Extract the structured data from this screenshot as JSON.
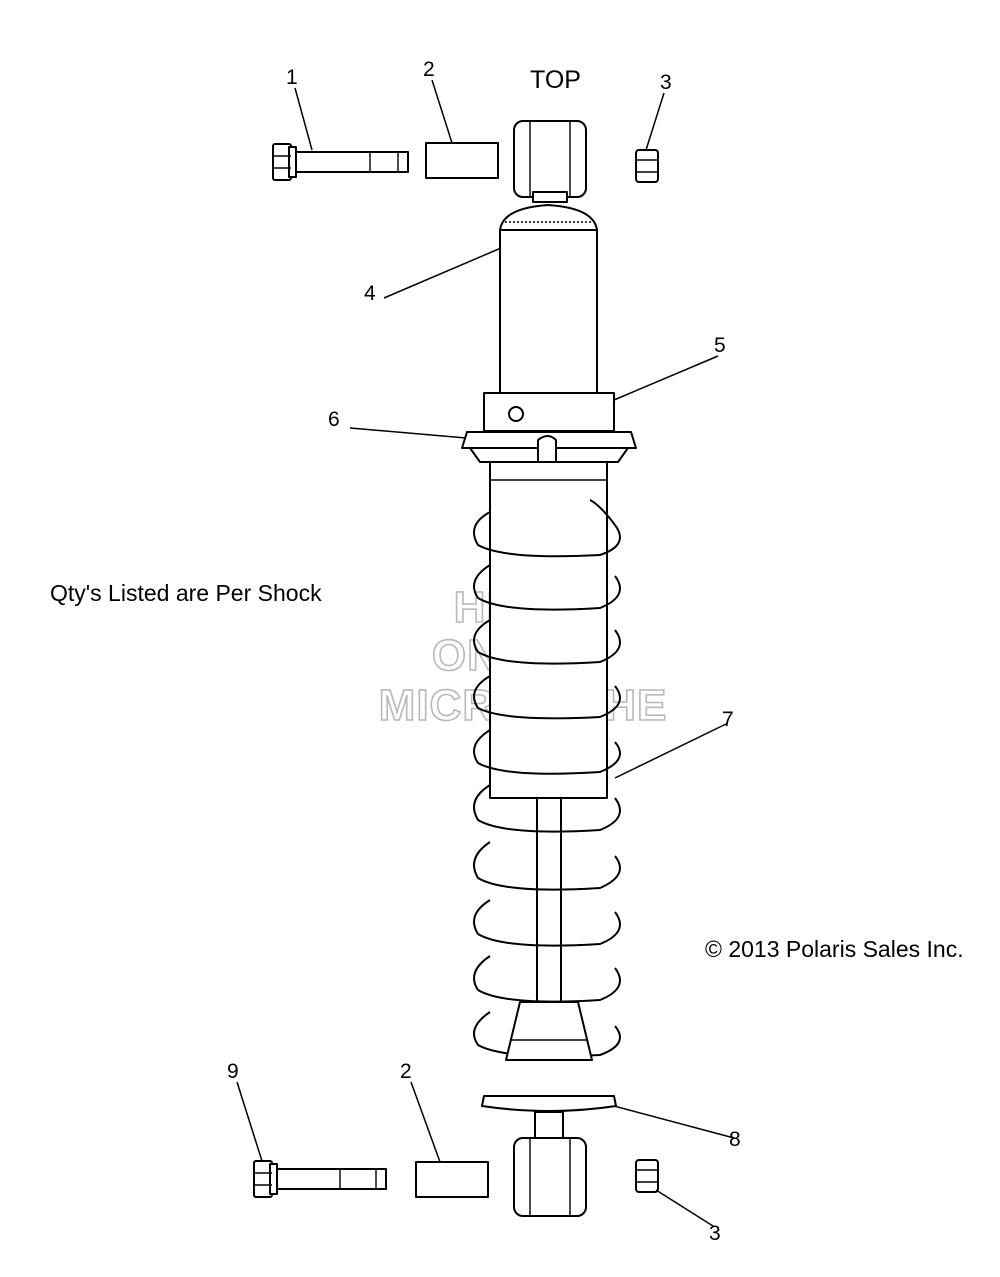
{
  "orientation_label": "TOP",
  "note": "Qty's Listed are Per Shock",
  "copyright": "© 2013 Polaris Sales Inc.",
  "watermark": [
    "HLSM",
    "ONLINE",
    "MICROFICHE"
  ],
  "callouts": [
    "1",
    "2",
    "3",
    "4",
    "5",
    "6",
    "7",
    "8",
    "9",
    "2",
    "3"
  ]
}
